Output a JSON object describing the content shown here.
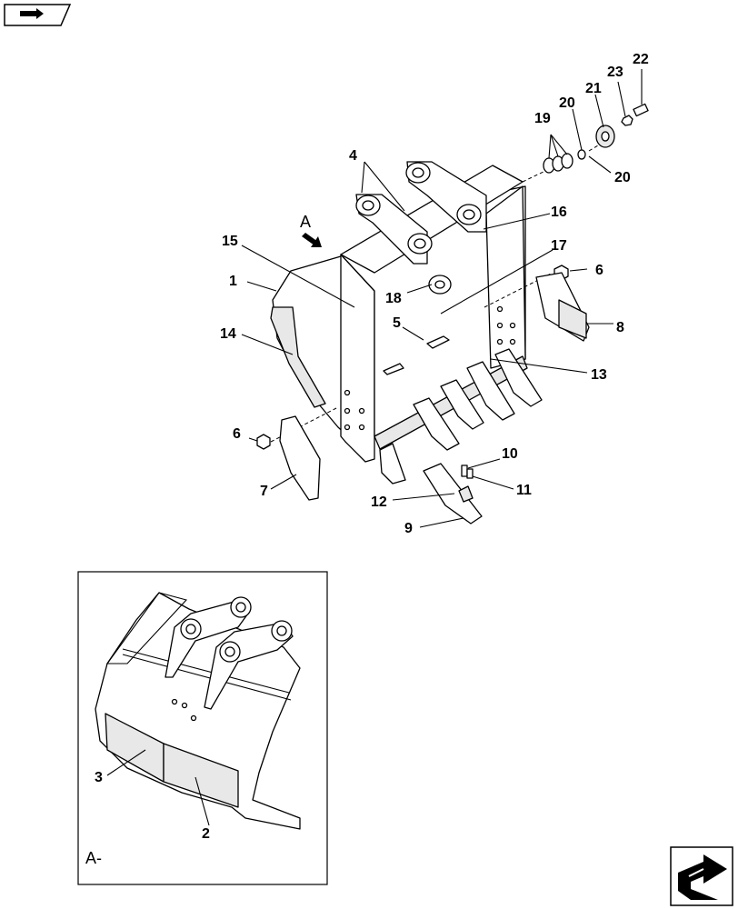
{
  "diagram": {
    "view_arrow_label": "A",
    "detail_label": "A-",
    "callouts": {
      "c1": "1",
      "c2": "2",
      "c3": "3",
      "c4": "4",
      "c5": "5",
      "c6a": "6",
      "c6b": "6",
      "c7": "7",
      "c8": "8",
      "c9": "9",
      "c10": "10",
      "c11": "11",
      "c12": "12",
      "c13": "13",
      "c14": "14",
      "c15": "15",
      "c16": "16",
      "c17": "17",
      "c18": "18",
      "c19": "19",
      "c20a": "20",
      "c20b": "20",
      "c21": "21",
      "c22": "22",
      "c23": "23"
    }
  },
  "icons": {
    "top_left": "book-arrow-icon",
    "bottom_right": "navigation-arrow-icon"
  }
}
